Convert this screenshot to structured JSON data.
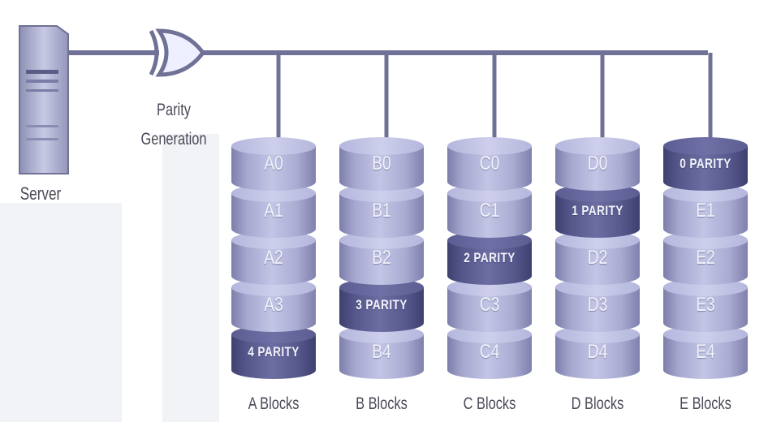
{
  "server": {
    "label": "Server"
  },
  "parity_generation": {
    "line1": "Parity",
    "line2": "Generation"
  },
  "disks": [
    {
      "label": "A Blocks",
      "segments": [
        {
          "text": "A0",
          "parity": false
        },
        {
          "text": "A1",
          "parity": false
        },
        {
          "text": "A2",
          "parity": false
        },
        {
          "text": "A3",
          "parity": false
        },
        {
          "text": "4 PARITY",
          "parity": true
        }
      ]
    },
    {
      "label": "B Blocks",
      "segments": [
        {
          "text": "B0",
          "parity": false
        },
        {
          "text": "B1",
          "parity": false
        },
        {
          "text": "B2",
          "parity": false
        },
        {
          "text": "3 PARITY",
          "parity": true
        },
        {
          "text": "B4",
          "parity": false
        }
      ]
    },
    {
      "label": "C Blocks",
      "segments": [
        {
          "text": "C0",
          "parity": false
        },
        {
          "text": "C1",
          "parity": false
        },
        {
          "text": "2 PARITY",
          "parity": true
        },
        {
          "text": "C3",
          "parity": false
        },
        {
          "text": "C4",
          "parity": false
        }
      ]
    },
    {
      "label": "D Blocks",
      "segments": [
        {
          "text": "D0",
          "parity": false
        },
        {
          "text": "1 PARITY",
          "parity": true
        },
        {
          "text": "D2",
          "parity": false
        },
        {
          "text": "D3",
          "parity": false
        },
        {
          "text": "D4",
          "parity": false
        }
      ]
    },
    {
      "label": "E Blocks",
      "segments": [
        {
          "text": "0 PARITY",
          "parity": true
        },
        {
          "text": "E1",
          "parity": false
        },
        {
          "text": "E2",
          "parity": false
        },
        {
          "text": "E3",
          "parity": false
        },
        {
          "text": "E4",
          "parity": false
        }
      ]
    }
  ],
  "colors": {
    "bus": "#6f7196",
    "disk_light": "#c3c5e6",
    "disk_mid": "#a5a7cf",
    "parity": "#55578a",
    "label_text": "#4a4a58",
    "gate_fill": "#eef0ff"
  },
  "icons": {
    "server": "server-tower-icon",
    "parity": "xor-gate-icon"
  }
}
